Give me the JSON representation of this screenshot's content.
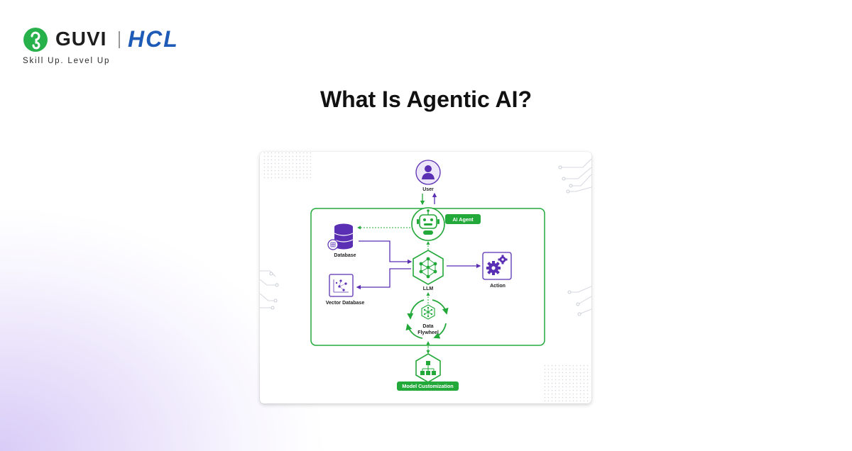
{
  "brand": {
    "name": "GUVI",
    "partner": "HCL",
    "tagline": "Skill Up. Level Up"
  },
  "page": {
    "title": "What Is Agentic AI?"
  },
  "diagram": {
    "nodes": {
      "user": "User",
      "agent": "AI Agent",
      "database": "Database",
      "llm": "LLM",
      "action": "Action",
      "vector_db": "Vector Database",
      "flywheel_line1": "Data",
      "flywheel_line2": "Flywheel",
      "model_customization": "Model Customization"
    },
    "colors": {
      "green": "#23a83a",
      "purple": "#5b2fb3",
      "purple_light": "#ede6fb"
    }
  }
}
